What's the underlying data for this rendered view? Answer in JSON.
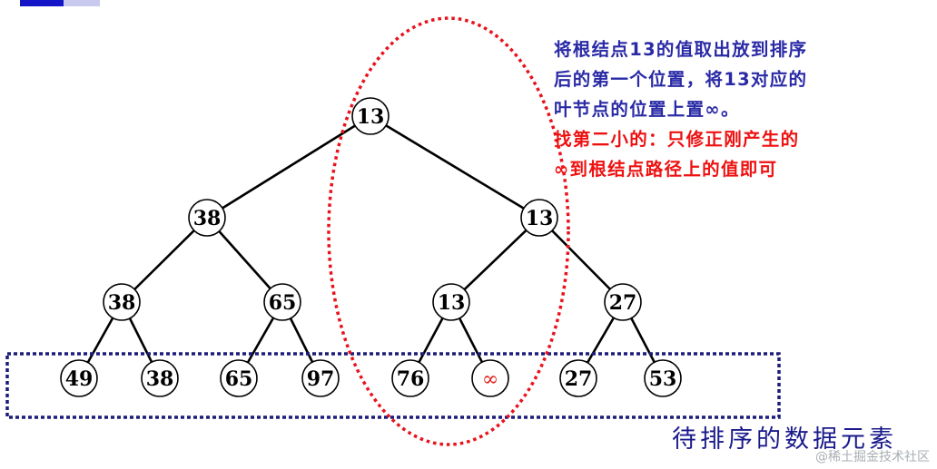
{
  "colors": {
    "tree_line": "#000000",
    "node_fill": "#ffffff",
    "infinity": "#e0201c",
    "ellipse": "#e8121c",
    "box": "#1c1c7a",
    "note_blue": "#2a2aa6",
    "note_red": "#ee1111",
    "caption": "#1a1a8c",
    "corner_blue": "#1515c8"
  },
  "tree": {
    "nodes": [
      {
        "id": "root",
        "label": "13"
      },
      {
        "id": "l1-left",
        "label": "38"
      },
      {
        "id": "l1-right",
        "label": "13"
      },
      {
        "id": "l2-a",
        "label": "38"
      },
      {
        "id": "l2-b",
        "label": "65"
      },
      {
        "id": "l2-c",
        "label": "13"
      },
      {
        "id": "l2-d",
        "label": "27"
      },
      {
        "id": "leaf-1",
        "label": "49"
      },
      {
        "id": "leaf-2",
        "label": "38"
      },
      {
        "id": "leaf-3",
        "label": "65"
      },
      {
        "id": "leaf-4",
        "label": "97"
      },
      {
        "id": "leaf-5",
        "label": "76"
      },
      {
        "id": "leaf-6",
        "label": "∞",
        "infinity": true
      },
      {
        "id": "leaf-7",
        "label": "27"
      },
      {
        "id": "leaf-8",
        "label": "53"
      }
    ]
  },
  "note": {
    "blue_lines": [
      "将根结点13的值取出放到排序",
      "后的第一个位置，将13对应的",
      "叶节点的位置上置∞。"
    ],
    "red_lines": [
      "找第二小的：只修正刚产生的",
      "∞到根结点路径上的值即可"
    ]
  },
  "caption": "待排序的数据元素",
  "watermark": "@稀土掘金技术社区"
}
